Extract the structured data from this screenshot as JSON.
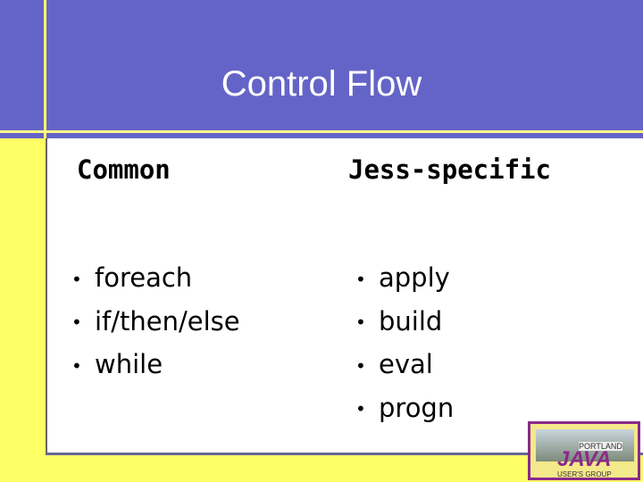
{
  "slide": {
    "title": "Control Flow",
    "columns": [
      {
        "heading": "Common",
        "items": [
          "foreach",
          "if/then/else",
          "while"
        ]
      },
      {
        "heading": "Jess-specific",
        "items": [
          "apply",
          "build",
          "eval",
          "progn"
        ]
      }
    ],
    "logo": {
      "line1": "PORTLAND",
      "line2": "JAVA",
      "line3": "USER'S GROUP"
    },
    "colors": {
      "header": "#6464c8",
      "accent": "#ffff66",
      "body": "#ffffff"
    }
  }
}
